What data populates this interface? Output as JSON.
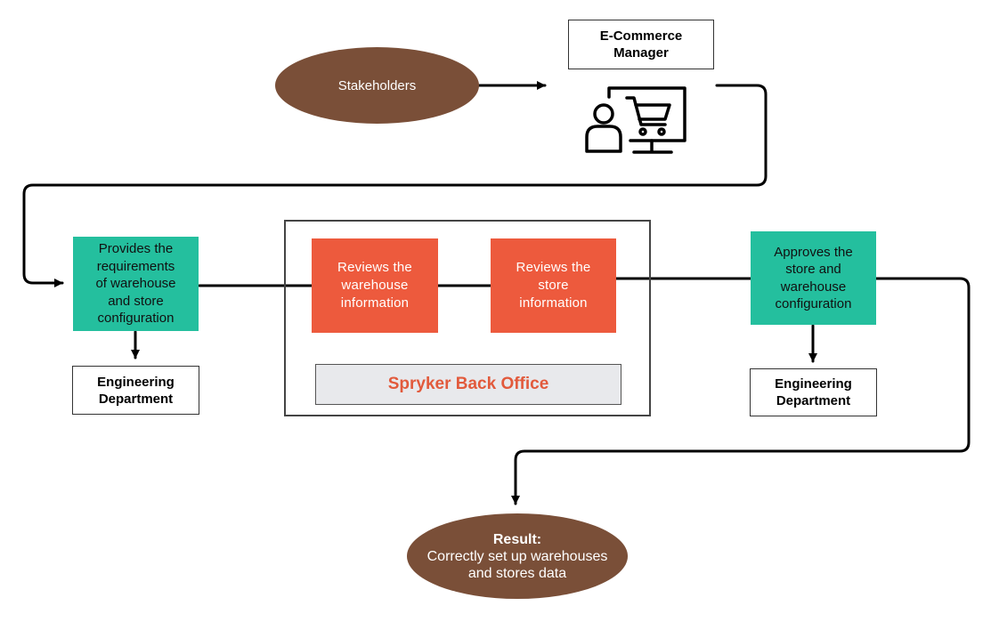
{
  "nodes": {
    "stakeholders": "Stakeholders",
    "ecommerce_manager": "E-Commerce\nManager",
    "provides_requirements": "Provides the\nrequirements\nof warehouse\nand store\nconfiguration",
    "engineering_left": "Engineering\nDepartment",
    "reviews_warehouse": "Reviews the\nwarehouse\ninformation",
    "reviews_store": "Reviews the\nstore\ninformation",
    "back_office": "Spryker Back Office",
    "approves_configuration": "Approves the\nstore and\nwarehouse\nconfiguration",
    "engineering_right": "Engineering\nDepartment",
    "result_title": "Result:",
    "result_text": "Correctly set up warehouses\nand stores data"
  },
  "colors": {
    "ellipse": "#7a4f38",
    "teal": "#24bf9e",
    "orange": "#ed5a3d",
    "back_office_fill": "#e8e9ec",
    "back_office_text": "#e25a3c",
    "connector": "#000000"
  },
  "icons": {
    "manager": "computer-shopping-cart-person-icon"
  }
}
